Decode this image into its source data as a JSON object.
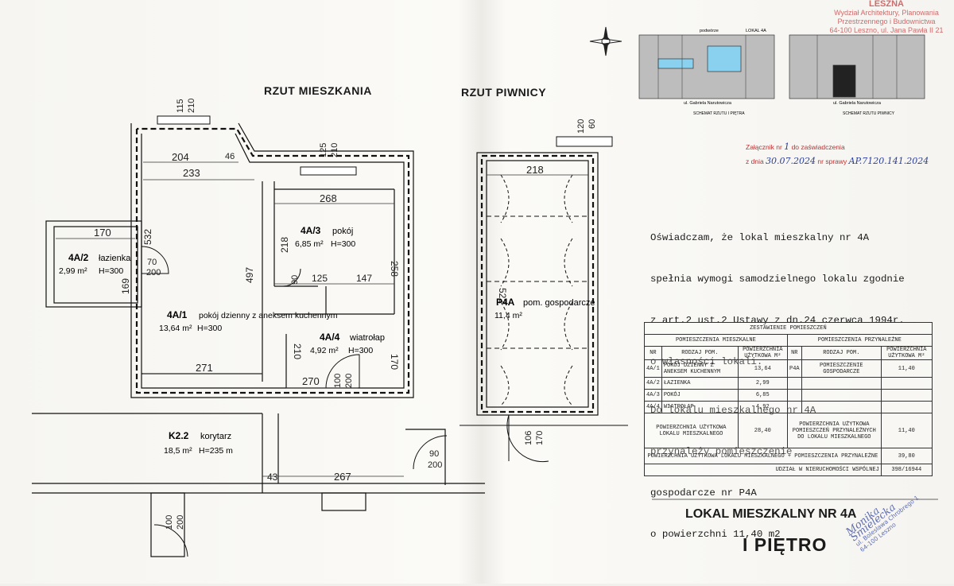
{
  "headings": {
    "apartment_plan": "RZUT MIESZKANIA",
    "basement_plan": "RZUT PIWNICY"
  },
  "rooms": {
    "r1": {
      "id": "4A/1",
      "name": "pokój dzienny z aneksem kuchennym",
      "area": "13,64 m²",
      "height": "H=300"
    },
    "r2": {
      "id": "4A/2",
      "name": "łazienka",
      "area": "2,99 m²",
      "height": "H=300"
    },
    "r3": {
      "id": "4A/3",
      "name": "pokój",
      "area": "6,85 m²",
      "height": "H=300"
    },
    "r4": {
      "id": "4A/4",
      "name": "wiatrołap",
      "area": "4,92 m²",
      "height": "H=300"
    },
    "k22": {
      "id": "K2.2",
      "name": "korytarz",
      "area": "18,5 m²",
      "height": "H=235 m"
    },
    "p4a": {
      "id": "P4A",
      "name": "pom. gospodarcze",
      "area": "11,4 m²"
    }
  },
  "dims": {
    "d115": "115",
    "d210a": "210",
    "d125": "125",
    "d210b": "210",
    "d204": "204",
    "d46": "46",
    "d233": "233",
    "d268": "268",
    "d170": "170",
    "d532": "532",
    "d70": "70",
    "d200a": "200",
    "d169": "169",
    "d497": "497",
    "d218a": "218",
    "d258": "258",
    "d90a": "90",
    "d125b": "125",
    "d147": "147",
    "d210c": "210",
    "d271": "271",
    "d270": "270",
    "d100a": "100",
    "d200b": "200",
    "d170b": "170",
    "d43": "43",
    "d267": "267",
    "d90b": "90",
    "d200c": "200",
    "d100b": "100",
    "d200d": "200",
    "d120": "120",
    "d60": "60",
    "d218b": "218",
    "d522": "522",
    "d106": "106",
    "d170c": "170"
  },
  "schematic": {
    "label_top": "LOKAL 4A",
    "label_podworze": "podwórze",
    "street_left": "ul. Gabriela Narutowicza",
    "street_right": "ul. Gabriela Narutowicza",
    "caption_left": "SCHEMAT RZUTU I PIĘTRA",
    "caption_right": "SCHEMAT RZUTU PIWNICY"
  },
  "stamp": {
    "line1": "LESZNA",
    "line2": "Wydział Architektury, Planowania",
    "line3": "Przestrzennego i Budownictwa",
    "line4": "64-100 Leszno, ul. Jana Pawła II 21"
  },
  "attachment": {
    "label1": "Załącznik nr",
    "hand_nr": "1",
    "label2": "do zaświadczenia",
    "label3": "z dnia",
    "hand_date": "30.07.2024",
    "label4": "nr sprawy",
    "hand_case": "AP.7120.141.2024"
  },
  "declaration": {
    "line1": "Oświadczam, że lokal mieszkalny nr 4A",
    "line2": "spełnia wymogi samodzielnego lokalu zgodnie",
    "line3": "z art.2 ust.2 Ustawy z dn.24 czerwca 1994r.",
    "line4": "o własności lokali.",
    "line5": "Do lokalu mieszkalnego nr 4A",
    "line6": "przynależy pomieszczenie",
    "line7": "gospodarcze nr P4A",
    "line8": "o powierzchni 11,40 m2"
  },
  "table": {
    "title": "ZESTAWIENIE POMIESZCZEŃ",
    "group_left": "POMIESZCZENIA MIESZKALNE",
    "group_right": "POMIESZCZENIA PRZYNALEŻNE",
    "h_nr": "NR",
    "h_name": "RODZAJ POM.",
    "h_area": "POWIERZCHNIA UŻYTKOWA M²",
    "h_nr2": "NR",
    "h_name2": "RODZAJ POM.",
    "h_area2": "POWIERZCHNIA UŻYTKOWA M²",
    "rows": [
      {
        "nr": "4A/1",
        "name": "POKÓJ DZIENNY Z ANEKSEM KUCHENNYM",
        "area": "13,64",
        "nr2": "P4A",
        "name2": "POMIESZCZENIE GOSPODARCZE",
        "area2": "11,40"
      },
      {
        "nr": "4A/2",
        "name": "ŁAZIENKA",
        "area": "2,99"
      },
      {
        "nr": "4A/3",
        "name": "POKÓJ",
        "area": "6,85"
      },
      {
        "nr": "4A/4",
        "name": "WIATROŁAP",
        "area": "4,92"
      }
    ],
    "sum_left_label": "POWIERZCHNIA UŻYTKOWA LOKALU MIESZKALNEGO",
    "sum_left": "28,40",
    "sum_right_label": "POWIERZCHNIA UŻYTKOWA POMIESZCZEŃ PRZYNALEŻNYCH DO LOKALU MIESZKALNEGO",
    "sum_right": "11,40",
    "total_label": "POWIERZCHNIA UŻYTKOWA LOKALU MIESZKALNEGO + POMIESZCZENIA PRZYNALEŻNE",
    "total": "39,80",
    "share_label": "UDZIAŁ W NIERUCHOMOŚCI WSPÓLNEJ",
    "share": "398/16944"
  },
  "footer": {
    "unit": "LOKAL MIESZKALNY NR 4A",
    "floor": "I PIĘTRO"
  },
  "signature": {
    "l1": "Monika Śmielecka",
    "l2": "ul. Bolesława Chrobrego 1",
    "l3": "64-100 Leszno"
  }
}
